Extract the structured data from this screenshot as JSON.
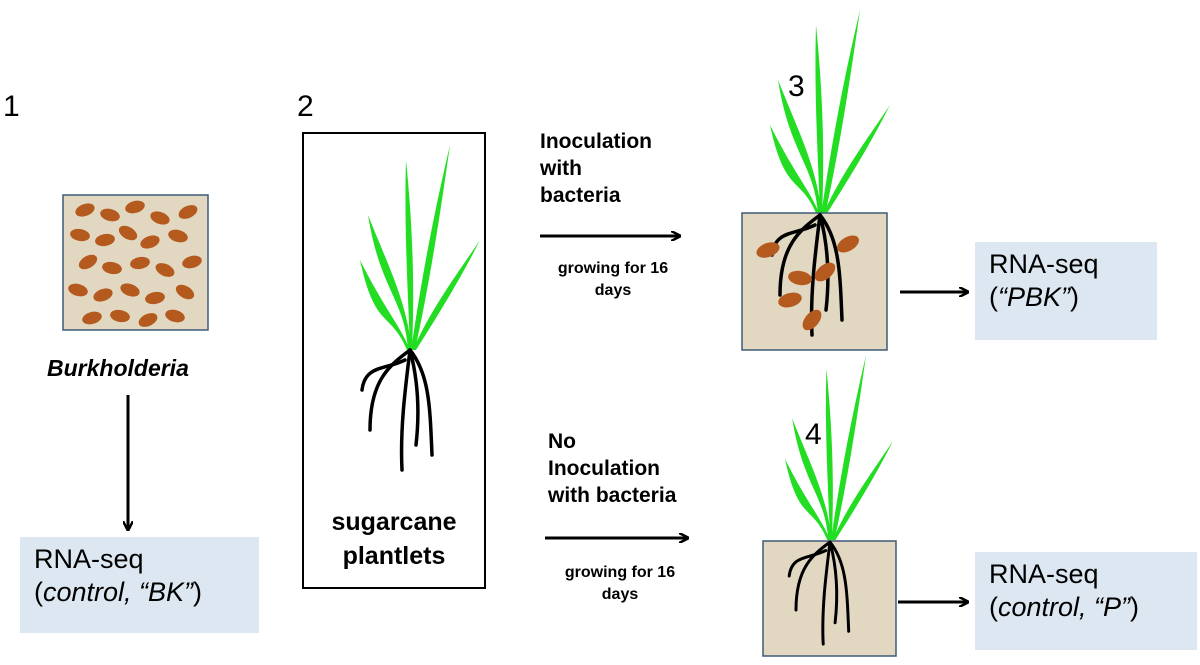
{
  "steps": {
    "s1": "1",
    "s2": "2",
    "s3": "3",
    "s4": "4"
  },
  "bacteria": {
    "name": "Burkholderia"
  },
  "rna_bk": {
    "line1": "RNA-seq",
    "open": "(",
    "ital": "control, “BK”",
    "close": ")"
  },
  "plantlets": {
    "line1": "sugarcane",
    "line2": "plantlets"
  },
  "inoculation": {
    "line1": "Inoculation",
    "line2": "with",
    "line3": "bacteria",
    "grow1": "growing for 16",
    "grow2": "days"
  },
  "no_inoculation": {
    "line1": "No",
    "line2": "Inoculation",
    "line3": "with bacteria",
    "grow1": "growing for 16",
    "grow2": "days"
  },
  "rna_pbk": {
    "line1": "RNA-seq",
    "open": "(",
    "ital": "“PBK”",
    "close": ")"
  },
  "rna_p": {
    "line1": "RNA-seq",
    "open": "(",
    "ital": "control, “P”",
    "close": ")"
  },
  "colors": {
    "leaf": "#22dd22",
    "root": "#000000",
    "soil": "#e2d8c2",
    "bacterium": "#b45a1e",
    "rna_box": "#dde7f1",
    "box_border": "#3c5a78"
  }
}
